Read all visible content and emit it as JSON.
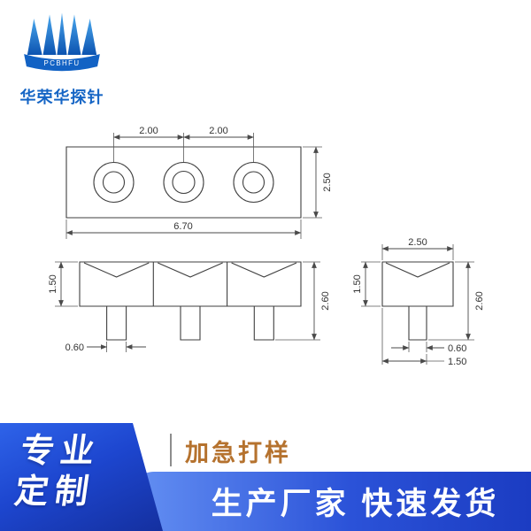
{
  "logo": {
    "ribbon_text": "PCBHFU",
    "company_name": "华荣华探针"
  },
  "drawing": {
    "top_view": {
      "pitch_left": "2.00",
      "pitch_right": "2.00",
      "width": "6.70",
      "height": "2.50"
    },
    "front_view": {
      "body_height": "1.50",
      "total_height": "2.60",
      "pin_width": "0.60"
    },
    "side_view": {
      "width": "2.50",
      "body_height": "1.50",
      "total_height": "2.60",
      "pin_width": "0.60",
      "pin_offset": "1.50"
    }
  },
  "banner": {
    "panel_line1": "专业",
    "panel_line2": "定制",
    "tag": "加急打样",
    "headline": "生产厂家 快速发货"
  },
  "colors": {
    "drawing_line": "#3f3f3f",
    "logo_blue": "#1565c5",
    "panel_blue_top": "#2e63e9",
    "panel_blue_bottom": "#142f9e",
    "bar_blue_left": "#6490f3",
    "bar_blue_right": "#1b3cc2",
    "tag_orange": "#b5722e"
  }
}
